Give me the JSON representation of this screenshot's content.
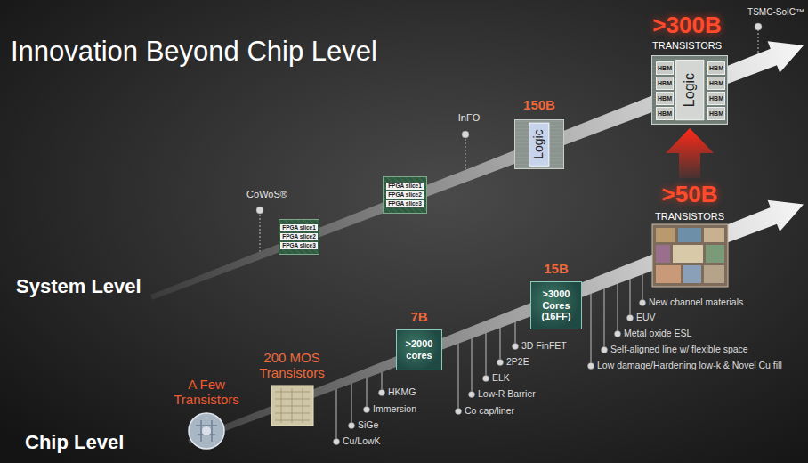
{
  "diagram": {
    "title": "Innovation Beyond Chip Level",
    "nodes": [
      {
        "text": [
          "FPGA slice1",
          "FPGA slice2",
          "FPGA slice3"
        ]
      },
      {
        "text": [
          "FPGA slice1",
          "FPGA slice2",
          "FPGA slice3"
        ]
      },
      {
        "text": [
          "Logic"
        ]
      },
      {
        "text": [
          "Logic"
        ]
      },
      {
        "text": [
          "HBM"
        ],
        "in": 3
      },
      {
        "text": [
          "HBM"
        ],
        "in": 3
      },
      {
        "text": [
          "HBM"
        ],
        "in": 3
      },
      {
        "text": [
          "HBM"
        ],
        "in": 3
      },
      {
        "text": [
          "HBM"
        ],
        "in": 3
      },
      {
        "text": [
          "HBM"
        ],
        "in": 3
      },
      {
        "text": [
          "HBM"
        ],
        "in": 3
      },
      {
        "text": [
          "HBM"
        ],
        "in": 3
      },
      {
        "text": [
          ">2000 cores"
        ]
      },
      {
        "text": [
          ">3000 Cores (16FF)"
        ]
      }
    ],
    "labels": [
      "System Level",
      "Chip Level",
      "CoWoS®",
      "InFO",
      "150B",
      ">300B",
      "TRANSISTORS",
      "TSMC-SoIC™",
      "A Few Transistors",
      "200 MOS Transistors",
      "7B",
      "15B",
      ">50B",
      "TRANSISTORS",
      "Cu/LowK",
      "SiGe",
      "Immersion",
      "HKMG",
      "Co cap/liner",
      "Low-R Barrier",
      "ELK",
      "2P2E",
      "3D FinFET",
      "Low damage/Hardening low-k & Novel Cu fill",
      "Self-aligned line w/ flexible space",
      "Metal oxide ESL",
      "EUV",
      "New channel materials"
    ]
  }
}
